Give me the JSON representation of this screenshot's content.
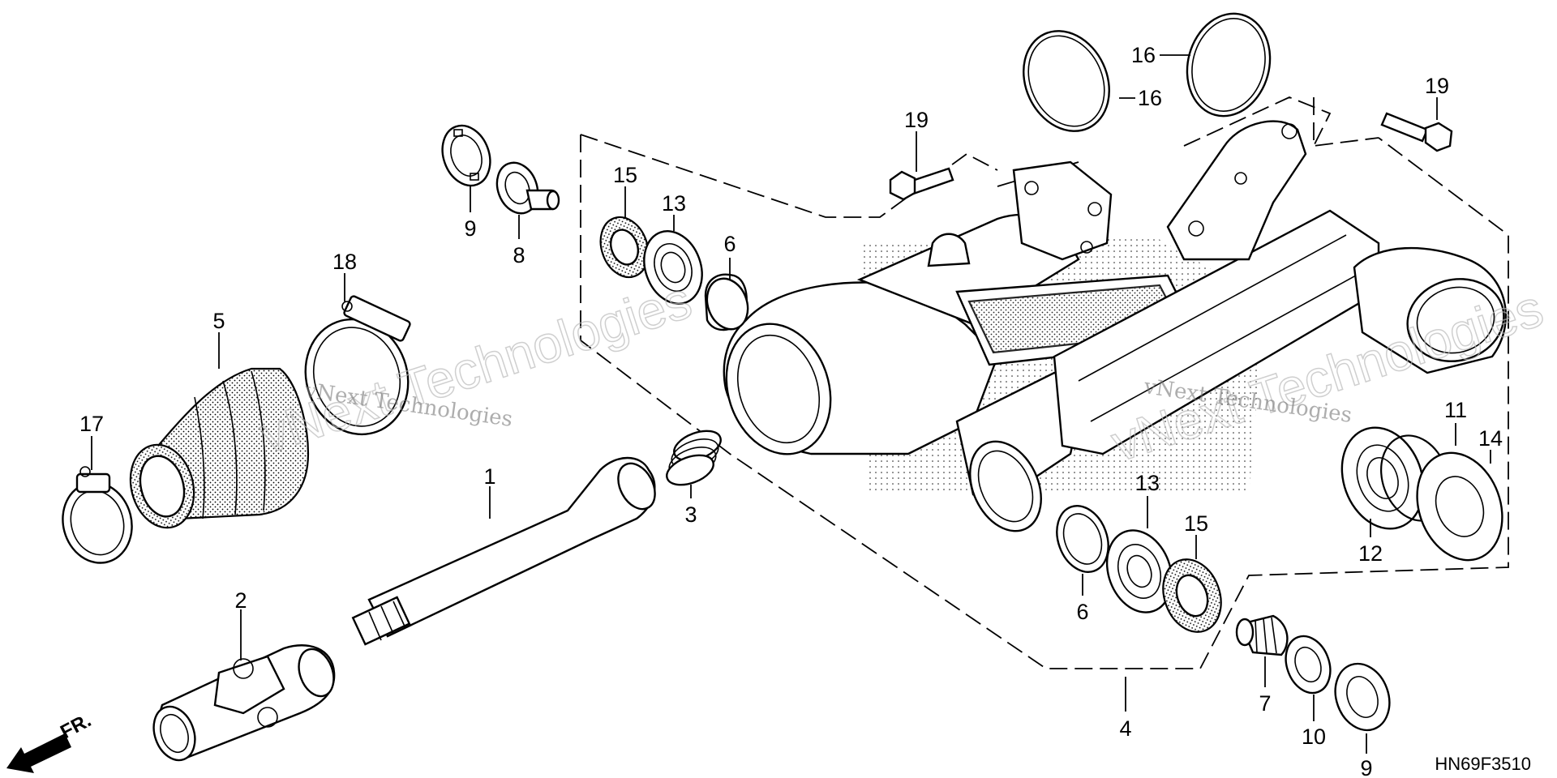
{
  "diagram_code": "HN69F3510",
  "front_label": "FR.",
  "watermarks": {
    "left_small": "vNext Technologies",
    "left_big": "vNext Technologies",
    "right_small": "vNext Technologies",
    "right_big": "vNext Technologies"
  },
  "callouts": {
    "c1": "1",
    "c2": "2",
    "c3": "3",
    "c4": "4",
    "c5": "5",
    "c6a": "6",
    "c6b": "6",
    "c7": "7",
    "c8": "8",
    "c9a": "9",
    "c9b": "9",
    "c10": "10",
    "c11": "11",
    "c12": "12",
    "c13a": "13",
    "c13b": "13",
    "c14": "14",
    "c15a": "15",
    "c15b": "15",
    "c16a": "16",
    "c16b": "16",
    "c17": "17",
    "c18": "18",
    "c19a": "19",
    "c19b": "19"
  }
}
